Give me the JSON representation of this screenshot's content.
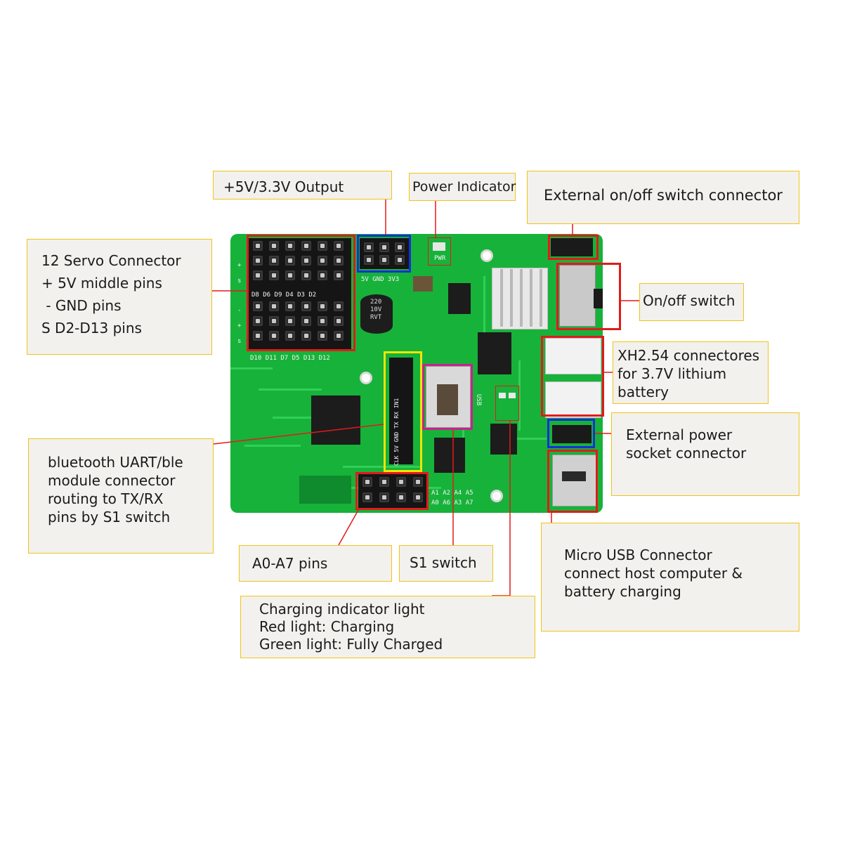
{
  "callouts": {
    "output": {
      "lines": [
        "+5V/3.3V Output"
      ]
    },
    "power_indicator": {
      "lines": [
        "Power Indicator"
      ]
    },
    "ext_switch": {
      "lines": [
        "External on/off switch connector"
      ]
    },
    "servo": {
      "lines": [
        "12 Servo Connector",
        "+ 5V middle pins",
        " - GND pins",
        "S D2-D13 pins"
      ]
    },
    "onoff": {
      "lines": [
        "On/off switch"
      ]
    },
    "xh": {
      "lines": [
        "XH2.54 connectores",
        "for 3.7V lithium",
        "battery"
      ]
    },
    "bluetooth": {
      "lines": [
        "bluetooth UART/ble",
        "module connector",
        "routing to TX/RX",
        "pins by S1 switch"
      ]
    },
    "ext_power": {
      "lines": [
        "External power",
        "socket connector"
      ]
    },
    "analog": {
      "lines": [
        "A0-A7 pins"
      ]
    },
    "s1": {
      "lines": [
        "S1 switch"
      ]
    },
    "usb": {
      "lines": [
        "Micro USB Connector",
        "connect host computer &",
        "battery charging"
      ]
    },
    "charging": {
      "lines": [
        "Charging indicator light",
        "Red light: Charging",
        "Green light: Fully Charged"
      ]
    }
  },
  "board": {
    "silk": {
      "servo_top_labels": [
        "D8",
        "D6",
        "D9",
        "D4",
        "D3",
        "D2"
      ],
      "servo_bottom_labels": [
        "D10",
        "D11",
        "D7",
        "D5",
        "D13",
        "D12"
      ],
      "servo_side_marks": [
        "+",
        "s",
        "-",
        "+",
        "s"
      ],
      "power_pins": "5V  GND  3V3",
      "pwr": "PWR",
      "uart_pins": "CLK 5V GND TX RX IN1",
      "analog_top": "A1 A2 A4 A5",
      "analog_bottom": "A0 A6 A3 A7",
      "usb": "USB",
      "cap": [
        "220",
        "10V",
        "RVT"
      ]
    }
  },
  "colors": {
    "pcb": "#17b23a",
    "callout_border": "#f0c419",
    "callout_fill": "#f3f1ed",
    "highlight_red": "#e01b1b",
    "highlight_blue": "#1530d8",
    "highlight_yellow": "#f2e600",
    "highlight_magenta": "#c8238c"
  }
}
